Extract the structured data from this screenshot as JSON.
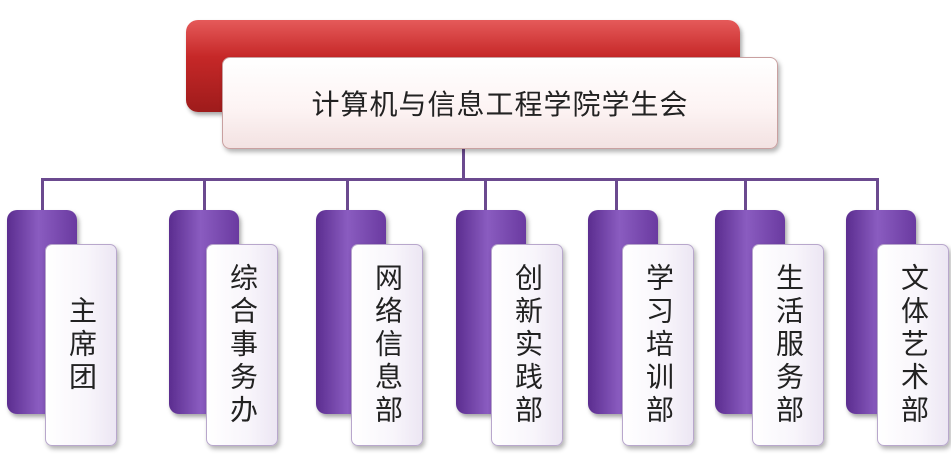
{
  "root": {
    "title": "计算机与信息工程学院学生会"
  },
  "departments": [
    {
      "label": "主席团"
    },
    {
      "label": "综合事务办"
    },
    {
      "label": "网络信息部"
    },
    {
      "label": "创新实践部"
    },
    {
      "label": "学习培训部"
    },
    {
      "label": "生活服务部"
    },
    {
      "label": "文体艺术部"
    }
  ],
  "colors": {
    "root_accent": "#c62828",
    "node_accent": "#6a3aa0",
    "connector": "#6b4a8f"
  }
}
